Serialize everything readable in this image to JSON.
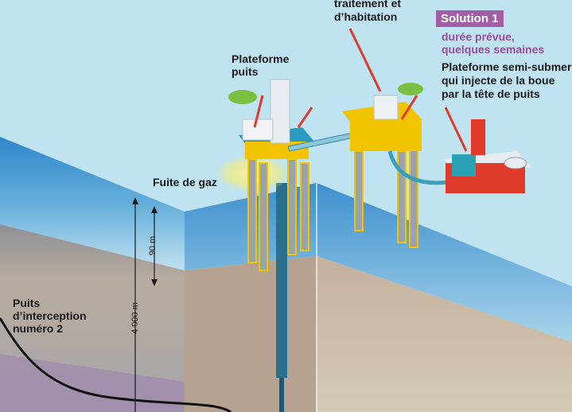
{
  "labels": {
    "platform_wells": "Plateforme\npuits",
    "processing": "traitement et\nd’habitation",
    "gas_leak": "Fuite de gaz",
    "interception_well": "Puits\nd’interception\nnuméro 2",
    "depth_water": "90 m",
    "depth_well": "4 000 m"
  },
  "solution": {
    "badge": "Solution 1",
    "duration": "durée prévue,\nquelques semaines",
    "description": "Plateforme semi-submer\nqui injecte de la boue\npar la tête de puits"
  },
  "colors": {
    "sea_surface": "#bfe3f0",
    "sea_water": "#5aa8d6",
    "seabed": "#c9b49a",
    "platform_yellow": "#f2c400",
    "rig_red": "#e03a2a",
    "accent_purple": "#a25fa8"
  }
}
